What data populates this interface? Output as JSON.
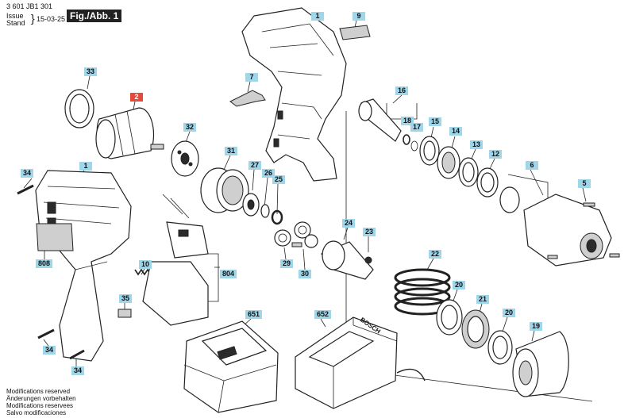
{
  "header": {
    "code": "3 601 JB1 301",
    "issue_label": "Issue",
    "stand_label": "Stand",
    "date": "15-03-25",
    "figure": "Fig./Abb. 1"
  },
  "callouts": [
    {
      "id": "c1a",
      "text": "1"
    },
    {
      "id": "c9",
      "text": "9"
    },
    {
      "id": "c33",
      "text": "33"
    },
    {
      "id": "c2",
      "text": "2",
      "highlight": true
    },
    {
      "id": "c7",
      "text": "7"
    },
    {
      "id": "c32",
      "text": "32"
    },
    {
      "id": "c16",
      "text": "16"
    },
    {
      "id": "c18",
      "text": "18"
    },
    {
      "id": "c17",
      "text": "17"
    },
    {
      "id": "c15",
      "text": "15"
    },
    {
      "id": "c14",
      "text": "14"
    },
    {
      "id": "c13",
      "text": "13"
    },
    {
      "id": "c12",
      "text": "12"
    },
    {
      "id": "c6",
      "text": "6"
    },
    {
      "id": "c5",
      "text": "5"
    },
    {
      "id": "c31",
      "text": "31"
    },
    {
      "id": "c27",
      "text": "27"
    },
    {
      "id": "c26",
      "text": "26"
    },
    {
      "id": "c25",
      "text": "25"
    },
    {
      "id": "c34a",
      "text": "34"
    },
    {
      "id": "c1b",
      "text": "1"
    },
    {
      "id": "c24",
      "text": "24"
    },
    {
      "id": "c23",
      "text": "23"
    },
    {
      "id": "c808",
      "text": "808"
    },
    {
      "id": "c10",
      "text": "10"
    },
    {
      "id": "c804",
      "text": "804"
    },
    {
      "id": "c29",
      "text": "29"
    },
    {
      "id": "c30",
      "text": "30"
    },
    {
      "id": "c22",
      "text": "22"
    },
    {
      "id": "c20a",
      "text": "20"
    },
    {
      "id": "c35",
      "text": "35"
    },
    {
      "id": "c21",
      "text": "21"
    },
    {
      "id": "c651",
      "text": "651"
    },
    {
      "id": "c652",
      "text": "652"
    },
    {
      "id": "c20b",
      "text": "20"
    },
    {
      "id": "c19",
      "text": "19"
    },
    {
      "id": "c34b",
      "text": "34"
    },
    {
      "id": "c34c",
      "text": "34"
    }
  ],
  "footer": [
    "Modifications reserved",
    "Änderungen vorbehalten",
    "Modifications reservees",
    "Salvo modificaciones"
  ],
  "charger_brand": "BOSCH"
}
